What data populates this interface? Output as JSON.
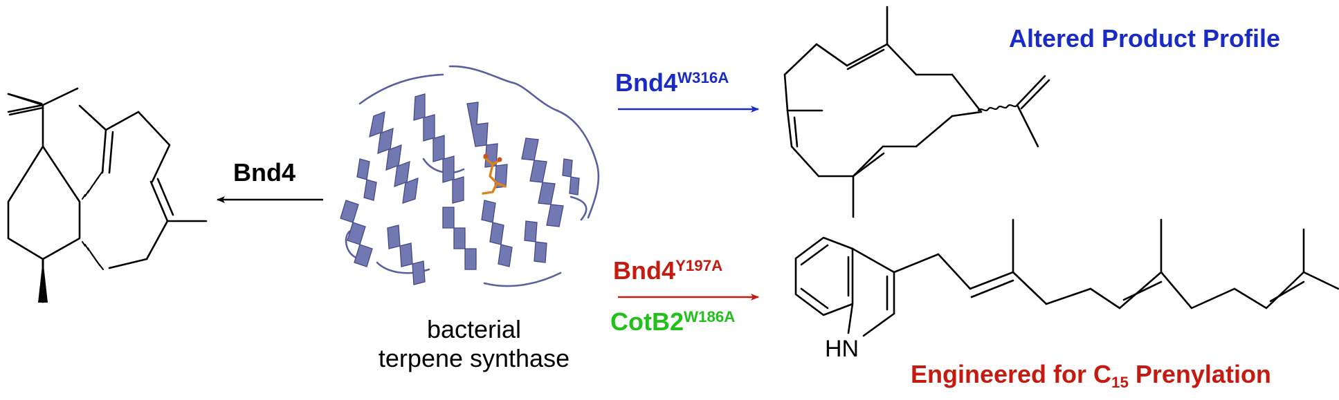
{
  "colors": {
    "black": "#000000",
    "blue": "#1a2bc4",
    "red": "#c41a0f",
    "green": "#22c01a",
    "protein": "#7278b2",
    "protein_dark": "#4c5290",
    "ligand": "#d9821e"
  },
  "enzyme": {
    "name": "Bnd4",
    "caption_line1": "bacterial",
    "caption_line2": "terpene synthase"
  },
  "variant_blue": {
    "name": "Bnd4",
    "mutation": "W316A"
  },
  "variant_red": {
    "name": "Bnd4",
    "mutation": "Y197A"
  },
  "variant_green": {
    "name": "CotB2",
    "mutation": "W186A"
  },
  "outcomes": {
    "altered_profile": "Altered Product Profile",
    "engineered_prefix": "Engineered for C",
    "engineered_sub": "15",
    "engineered_suffix": " Prenylation"
  },
  "molecules": {
    "indole_nh": "HN"
  },
  "icons": [
    "arrow-left-icon",
    "arrow-right-icon",
    "protein-ribbon-icon"
  ]
}
